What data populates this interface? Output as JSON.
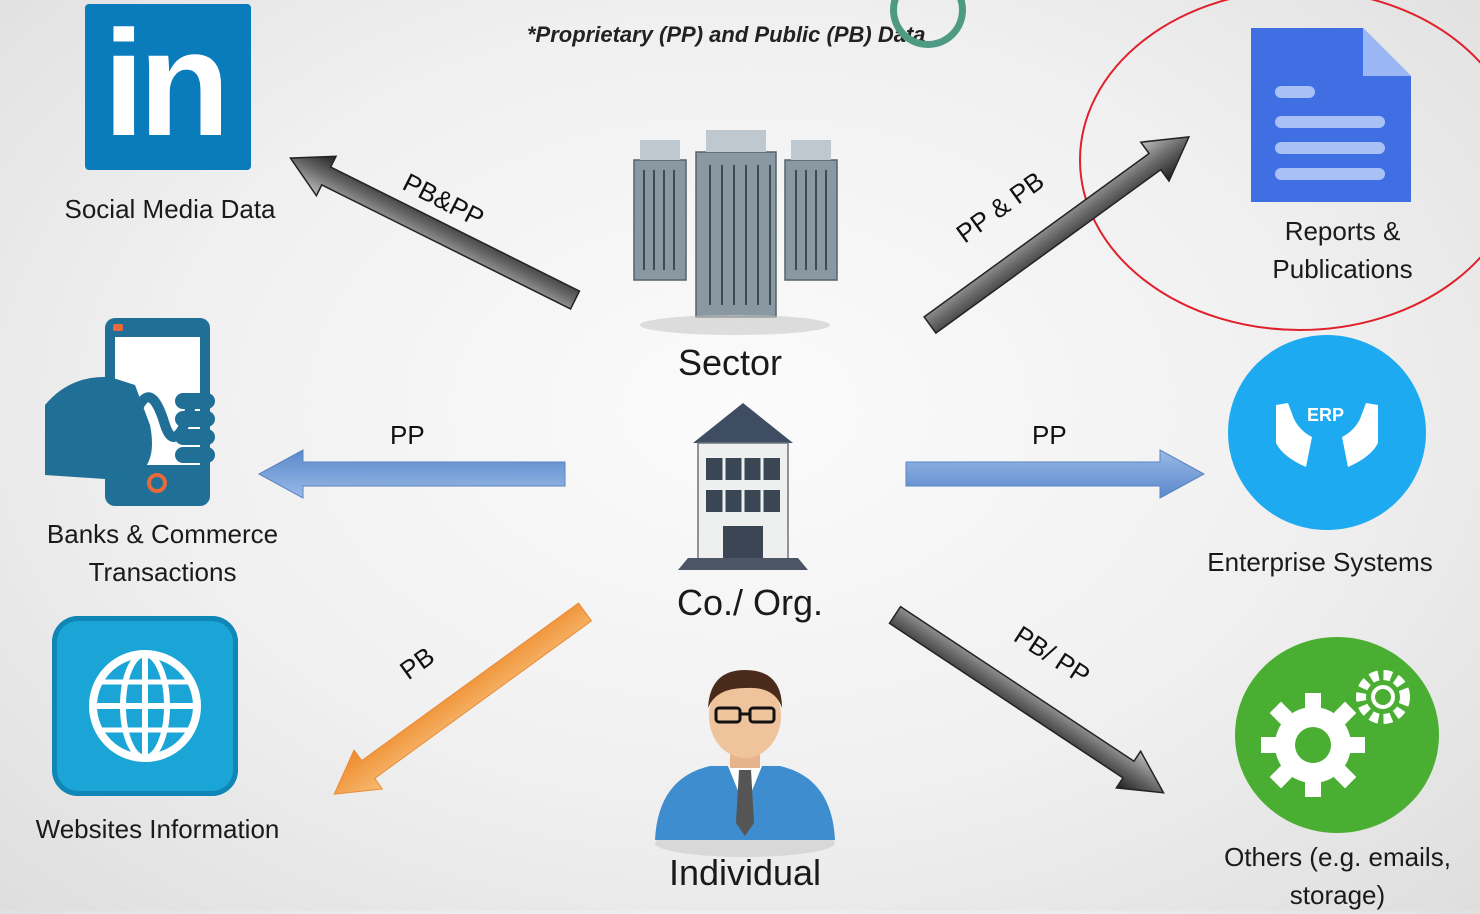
{
  "note": "*Proprietary (PP) and Public (PB) Data",
  "center": {
    "sector": "Sector",
    "organization": "Co./ Org.",
    "individual": "Individual"
  },
  "sources": {
    "social_media": "Social Media Data",
    "banks": "Banks & Commerce\nTransactions",
    "websites": "Websites Information",
    "reports": "Reports &\nPublications",
    "enterprise": "Enterprise Systems",
    "others": "Others (e.g. emails,\nstorage)"
  },
  "arrows": {
    "social_media": "PB&PP",
    "banks": "PP",
    "websites": "PB",
    "reports": "PP & PB",
    "enterprise": "PP",
    "others": "PB/ PP"
  },
  "icons": {
    "linkedin_text": "in",
    "erp_text": "ERP"
  },
  "colors": {
    "linkedin": "#0a7bbb",
    "reports": "#3f6fe3",
    "erp": "#1eaaf1",
    "others": "#4aae33",
    "websites": "#1aa5d6",
    "arrow_dark": "#404040",
    "arrow_blue": "#6c9bd8",
    "arrow_orange": "#f3a04d",
    "highlight": "#e0202a"
  }
}
